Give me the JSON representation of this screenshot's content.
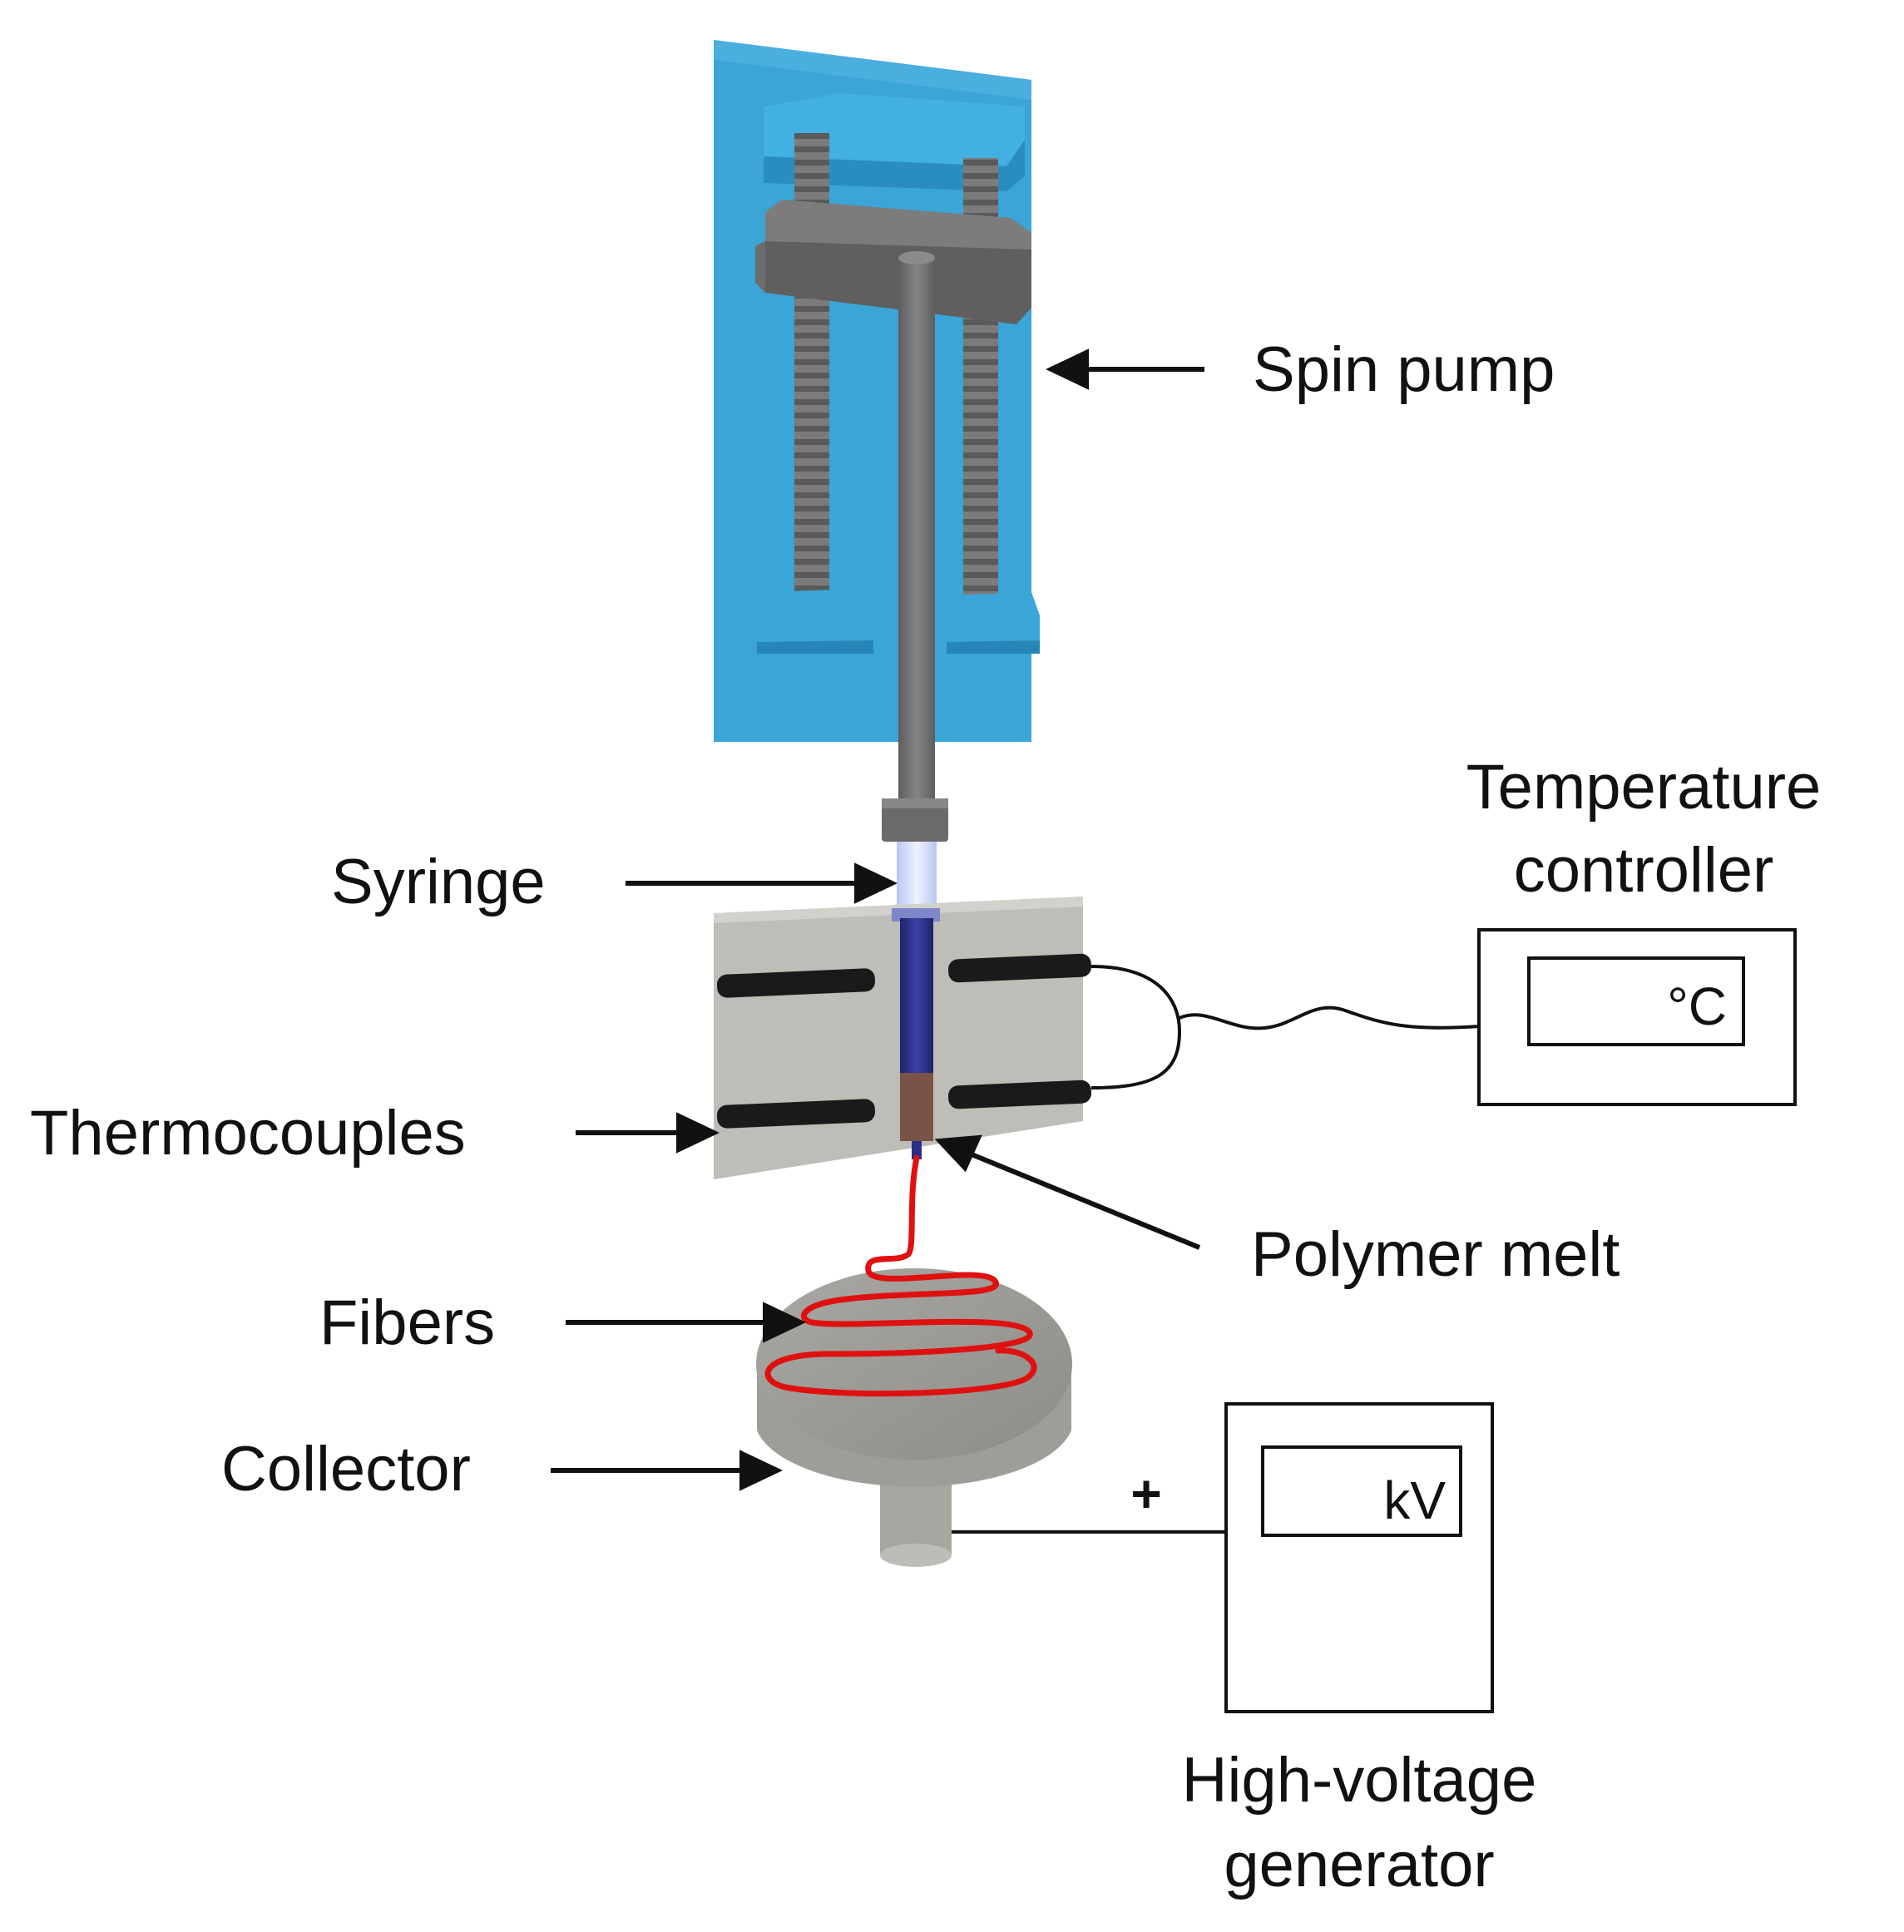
{
  "labels": {
    "spin_pump": "Spin pump",
    "syringe": "Syringe",
    "thermocouples": "Thermocouples",
    "fibers": "Fibers",
    "collector": "Collector",
    "polymer_melt": "Polymer melt",
    "temperature_controller_line1": "Temperature",
    "temperature_controller_line2": "controller",
    "high_voltage_line1": "High-voltage",
    "high_voltage_line2": "generator"
  },
  "displays": {
    "temperature_unit": "°C",
    "voltage_unit": "kV",
    "polarity": "+"
  },
  "colors": {
    "pump_blue": "#3da7d8",
    "pump_blue_dark": "#2b8cbf",
    "rod_gray": "#6f6f6f",
    "block_gray": "#bdbcb6",
    "thermocouple_black": "#1b1b1b",
    "syringe_blue": "#2a2f86",
    "melt_brown": "#7a5246",
    "fiber_red": "#e01010",
    "collector_gray": "#9b9a95"
  },
  "icons": [
    "arrow-icon",
    "screw-rod-icon",
    "wire-icon"
  ]
}
